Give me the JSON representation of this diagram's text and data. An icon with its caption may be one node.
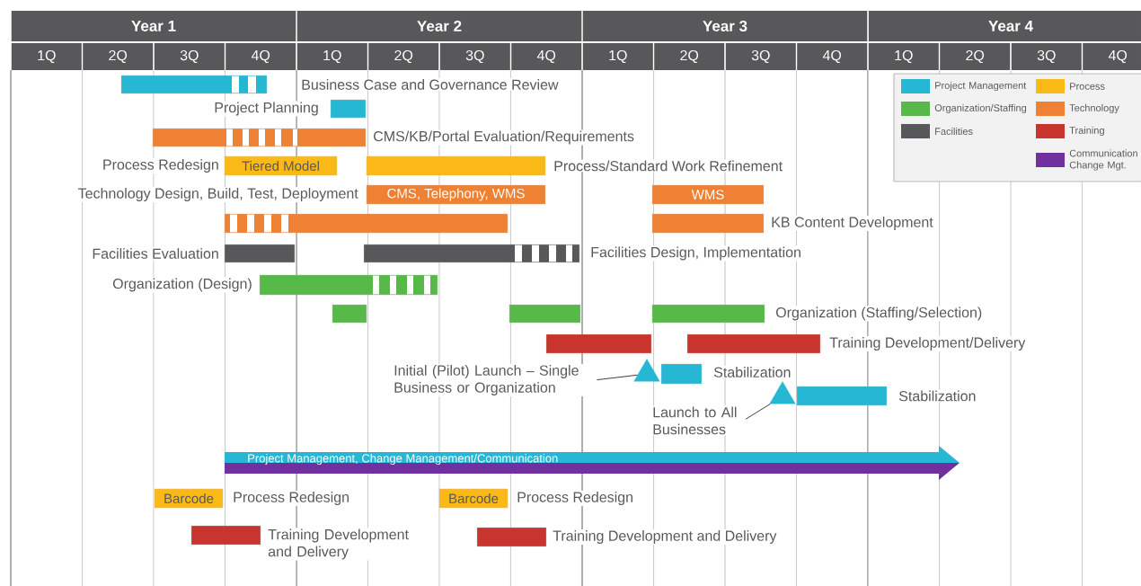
{
  "diagram": {
    "nodes": [
      {
        "text": [
          "Year 1"
        ]
      },
      {
        "text": [
          "Year 2"
        ]
      },
      {
        "text": [
          "Year 3"
        ]
      },
      {
        "text": [
          "Year 4"
        ]
      },
      {
        "text": [
          "1Q"
        ]
      },
      {
        "text": [
          "2Q"
        ]
      },
      {
        "text": [
          "3Q"
        ]
      },
      {
        "text": [
          "4Q"
        ]
      },
      {
        "text": [
          "1Q"
        ]
      },
      {
        "text": [
          "2Q"
        ]
      },
      {
        "text": [
          "3Q"
        ]
      },
      {
        "text": [
          "4Q"
        ]
      },
      {
        "text": [
          "1Q"
        ]
      },
      {
        "text": [
          "2Q"
        ]
      },
      {
        "text": [
          "3Q"
        ]
      },
      {
        "text": [
          "4Q"
        ]
      },
      {
        "text": [
          "1Q"
        ]
      },
      {
        "text": [
          "2Q"
        ]
      },
      {
        "text": [
          "3Q"
        ]
      },
      {
        "text": [
          "4Q"
        ]
      },
      {
        "text": [],
        "shape": "bar"
      },
      {
        "text": [],
        "shape": "bar",
        "beside": [
          "Project Planning"
        ]
      },
      {
        "text": [],
        "shape": "bar",
        "beside": [
          "CMS/KB/Portal Evaluation/Requirements"
        ]
      },
      {
        "text": [
          "Tiered Model"
        ],
        "beside": [
          "Process Redesign"
        ]
      },
      {
        "text": [],
        "shape": "bar",
        "beside": [
          "Process/Standard Work Refinement"
        ]
      },
      {
        "text": [
          "CMS, Telephony, WMS"
        ],
        "beside": [
          "Technology Design, Build, Test, Deployment"
        ]
      },
      {
        "text": [
          "WMS"
        ]
      },
      {
        "text": [],
        "shape": "bar"
      },
      {
        "text": [],
        "shape": "bar",
        "beside": [
          "KB Content Development"
        ]
      },
      {
        "text": [],
        "shape": "bar",
        "beside": [
          "Facilities Evaluation"
        ]
      },
      {
        "text": [],
        "shape": "bar",
        "beside": [
          "Facilities Design, Implementation"
        ]
      },
      {
        "text": [],
        "shape": "bar",
        "beside": [
          "Organization (Design)"
        ]
      },
      {
        "text": [],
        "shape": "bar"
      },
      {
        "text": [],
        "shape": "bar"
      },
      {
        "text": [],
        "shape": "bar",
        "beside": [
          "Organization (Staffing/Selection)"
        ]
      },
      {
        "text": [],
        "shape": "bar"
      },
      {
        "text": [],
        "shape": "bar",
        "beside": [
          "Training Development/Delivery"
        ]
      },
      {
        "text": [
          "Initial (Pilot) Launch – Single Business or Organization"
        ]
      },
      {
        "text": [],
        "shape": "triangle"
      },
      {
        "text": [],
        "shape": "bar"
      },
      {
        "text": [
          "Launch to All Businesses"
        ]
      },
      {
        "text": [],
        "shape": "triangle"
      },
      {
        "text": [],
        "shape": "bar",
        "beside": [
          "Stabilization"
        ]
      },
      {
        "text": [
          "Project Management, Change Management/Communication"
        ]
      },
      {
        "text": [
          "Barcode"
        ],
        "beside": [
          "Process Redesign"
        ]
      },
      {
        "text": [
          "Barcode"
        ],
        "beside": [
          "Process Redesign"
        ]
      },
      {
        "text": [],
        "shape": "bar",
        "beside": [
          "Training Development and Delivery"
        ]
      },
      {
        "text": [],
        "shape": "bar",
        "beside": [
          "Training Development and Delivery"
        ]
      }
    ],
    "edges": [
      {
        "from": 37,
        "to": 38,
        "arrow": "none"
      },
      {
        "from": 40,
        "to": 41,
        "arrow": "none"
      }
    ],
    "labels": [
      "Business Case and Governance Review",
      "Stabilization"
    ],
    "legend": [
      {
        "text": "Project Management",
        "color": "#25b7d3"
      },
      {
        "text": "Process",
        "color": "#fbb917"
      },
      {
        "text": "Organization/Staffing",
        "color": "#56b948"
      },
      {
        "text": "Technology",
        "color": "#ee8133"
      },
      {
        "text": "Facilities",
        "color": "#58585a"
      },
      {
        "text": "Training",
        "color": "#c8352e"
      },
      {
        "text": "Communication Change Mgt.",
        "color": "#7030a0"
      }
    ]
  }
}
